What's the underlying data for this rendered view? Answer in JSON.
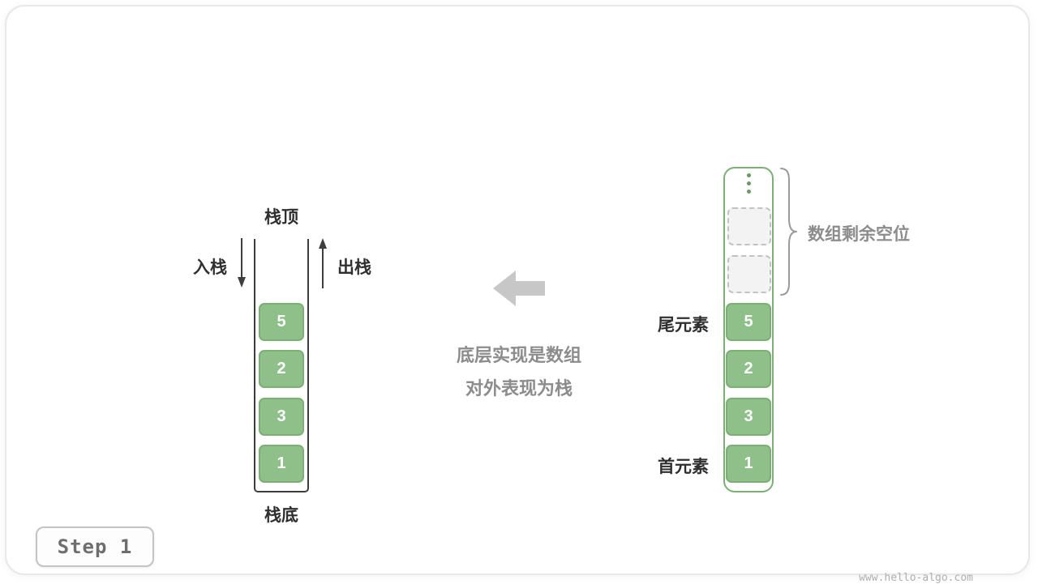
{
  "card": {
    "step_badge": "Step 1",
    "watermark": "www.hello-algo.com"
  },
  "stack_diagram": {
    "top_label": "栈顶",
    "bottom_label": "栈底",
    "push_label": "入栈",
    "pop_label": "出栈",
    "cells": [
      "5",
      "2",
      "3",
      "1"
    ]
  },
  "center_caption": {
    "line1": "底层实现是数组",
    "line2": "对外表现为栈"
  },
  "array_diagram": {
    "empty_slots_count": 2,
    "cells": [
      "5",
      "2",
      "3",
      "1"
    ],
    "tail_label": "尾元素",
    "head_label": "首元素",
    "remaining_label": "数组剩余空位"
  },
  "icons": {
    "push_arrow_icon": "↓",
    "pop_arrow_icon": "↑",
    "block_arrow_icon": "←",
    "brace_icon": "}",
    "ellipsis_icon": "⋮"
  },
  "colors": {
    "cell_green": "#8fc08a",
    "cell_green_border": "#7baf74",
    "array_border_green": "#7baf74",
    "empty_cell_fill": "#f3f3f3",
    "gray_text": "#8c8c8c",
    "dark_text": "#2f2f2f",
    "block_arrow_gray": "#c7c7c7"
  }
}
